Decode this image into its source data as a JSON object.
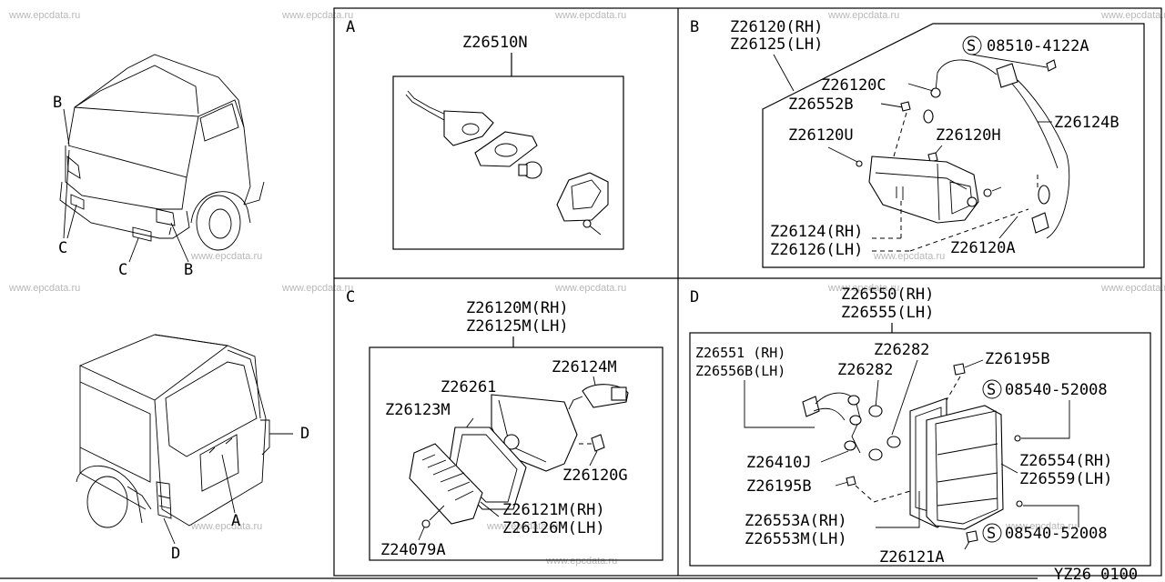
{
  "watermark": "www.epcdata.ru",
  "diagram_id": "YZ26 0100",
  "overview": {
    "front_markers": [
      "B",
      "C",
      "C",
      "B"
    ],
    "rear_markers": [
      "D",
      "A",
      "D"
    ]
  },
  "panels": {
    "a": {
      "letter": "A",
      "parts": [
        "Z26510N"
      ]
    },
    "b": {
      "letter": "B",
      "parts": [
        "Z26120(RH)",
        "Z26125(LH)",
        "S",
        "08510-4122A",
        "Z26120C",
        "Z26552B",
        "Z26124B",
        "Z26120U",
        "Z26120H",
        "Z26124(RH)",
        "Z26126(LH)",
        "Z26120A"
      ]
    },
    "c": {
      "letter": "C",
      "parts": [
        "Z26120M(RH)",
        "Z26125M(LH)",
        "Z26124M",
        "Z26261",
        "Z26123M",
        "Z26120G",
        "Z26121M(RH)",
        "Z26126M(LH)",
        "Z24079A"
      ]
    },
    "d": {
      "letter": "D",
      "parts": [
        "Z26550(RH)",
        "Z26555(LH)",
        "Z26551 (RH)",
        "Z26556B(LH)",
        "Z26282",
        "Z26282",
        "Z26195B",
        "S",
        "08540-52008",
        "Z26410J",
        "Z26195B",
        "Z26554(RH)",
        "Z26559(LH)",
        "Z26553A(RH)",
        "Z26553M(LH)",
        "S",
        "08540-52008",
        "Z26121A"
      ]
    }
  }
}
